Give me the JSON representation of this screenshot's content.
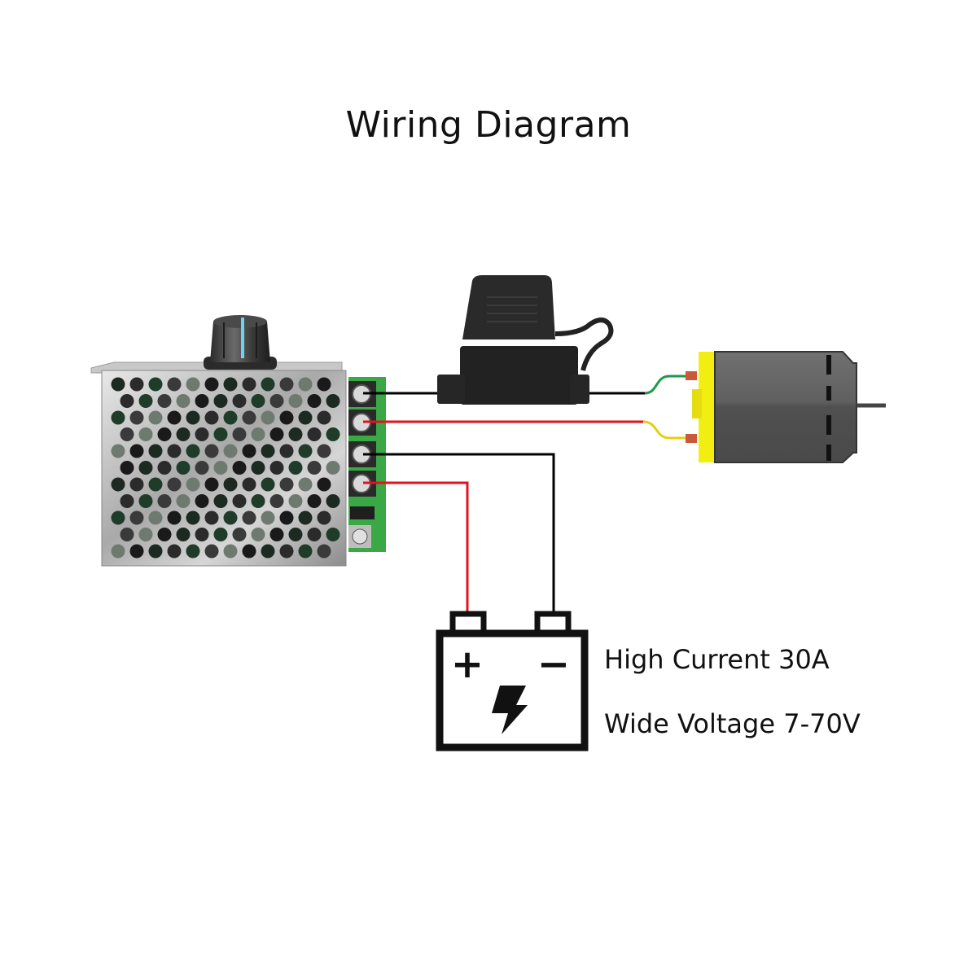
{
  "title": "Wiring Diagram",
  "specs": [
    "High Current 30A",
    "Wide Voltage 7-70V"
  ],
  "components": {
    "controller": "PWM motor speed controller with knob",
    "fuse": "inline blade fuse holder",
    "motor": "DC motor",
    "battery": {
      "positive_label": "+",
      "negative_label": "−",
      "icon": "lightning-bolt-icon"
    }
  },
  "wires": [
    {
      "from": "terminal-1",
      "to": "motor-terminal-top",
      "color": "#000000",
      "via": "fuse",
      "end_color": "#1a9a4a"
    },
    {
      "from": "terminal-2",
      "to": "motor-terminal-bottom",
      "color": "#e0141e",
      "end_color": "#e6cf10"
    },
    {
      "from": "terminal-3",
      "to": "battery-negative",
      "color": "#000000"
    },
    {
      "from": "terminal-4",
      "to": "battery-positive",
      "color": "#e0141e"
    }
  ],
  "colors": {
    "terminal_block": "#3aa845",
    "motor_cap": "#f2ee12",
    "motor_body": "#5a5a5a",
    "knob_marker": "#6fd3f0"
  }
}
